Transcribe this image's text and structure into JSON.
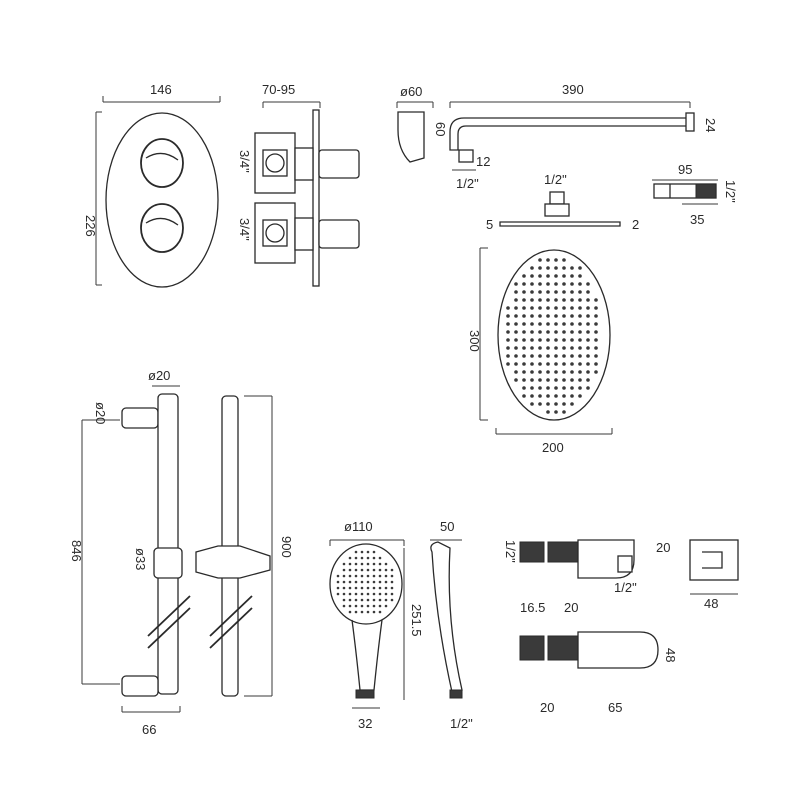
{
  "dimensions": {
    "valve_width": "146",
    "valve_depth": "70-95",
    "valve_height": "226",
    "inlet_top": "3/4\"",
    "inlet_bottom": "3/4\"",
    "flange_dia": "ø60",
    "flange_height": "60",
    "arm_length": "390",
    "arm_end": "24",
    "arm_outlet_len": "12",
    "arm_thread": "1/2\"",
    "head_conn": "1/2\"",
    "head_thick_left": "5",
    "head_thick_right": "2",
    "outlet_len": "95",
    "outlet_thread": "1/2\"",
    "outlet_depth": "35",
    "head_height": "300",
    "head_width": "200",
    "rail_bar_dia": "ø20",
    "rail_bracket_dia": "ø20",
    "rail_length": "846",
    "rail_slider_dia": "ø33",
    "rail_depth": "66",
    "rail_total": "900",
    "handset_dia": "ø110",
    "handset_length": "251.5",
    "handset_depth": "50",
    "handset_conn": "32",
    "handset_thread": "1/2\"",
    "elbow_thread_left": "1/2\"",
    "elbow_height": "20",
    "elbow_thread_bottom": "1/2\"",
    "elbow_width": "48",
    "holder_top_left": "16.5",
    "holder_top_right": "20",
    "holder_height": "48",
    "holder_bottom_left": "20",
    "holder_bottom_right": "65"
  }
}
